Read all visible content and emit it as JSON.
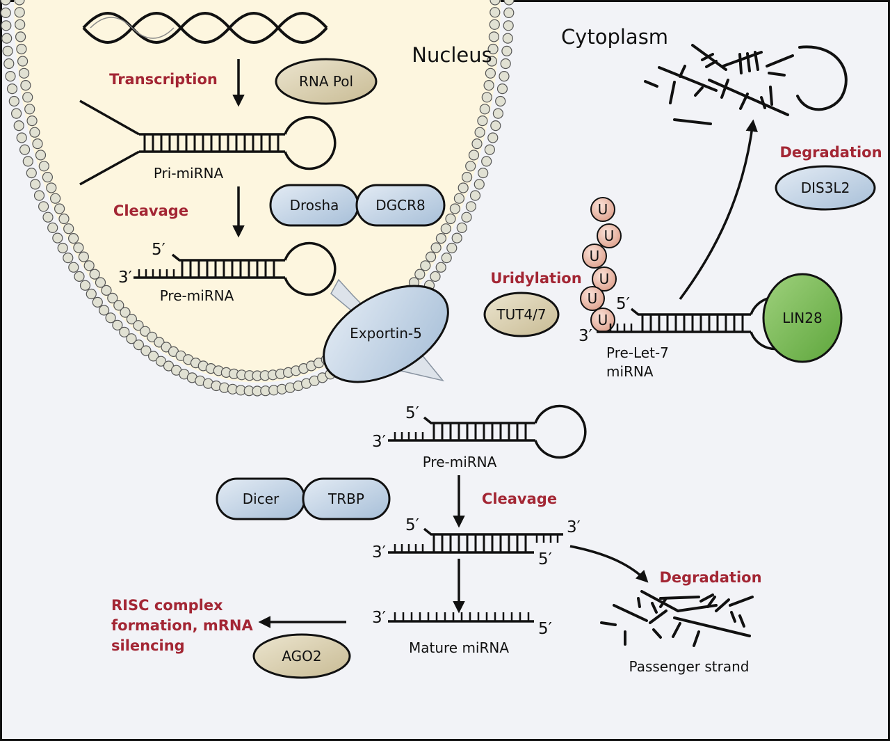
{
  "compartments": {
    "nucleus": "Nucleus",
    "cytoplasm": "Cytoplasm"
  },
  "steps": {
    "transcription": "Transcription",
    "cleavage": "Cleavage",
    "uridylation": "Uridylation",
    "degradation": "Degradation",
    "risc_line1": "RISC complex",
    "risc_line2": "formation, mRNA",
    "risc_line3": "silencing"
  },
  "proteins": {
    "rna_pol": "RNA Pol",
    "drosha": "Drosha",
    "dgcr8": "DGCR8",
    "exportin5": "Exportin-5",
    "tut47": "TUT4/7",
    "lin28": "LIN28",
    "dis3l2": "DIS3L2",
    "dicer": "Dicer",
    "trbp": "TRBP",
    "ago2": "AGO2"
  },
  "rna": {
    "pri_mirna": "Pri-miRNA",
    "pre_mirna": "Pre-miRNA",
    "pre_let7_line1": "Pre-Let-7",
    "pre_let7_line2": "miRNA",
    "mature_mirna": "Mature miRNA",
    "passenger_strand": "Passenger strand",
    "uridine": "U"
  },
  "ends": {
    "five_prime": "5′",
    "three_prime": "3′"
  },
  "colors": {
    "nucleus_fill": "#fdf6df",
    "cytoplasm_fill": "#f2f3f7",
    "step_red": "#a32634",
    "blue_protein": "#bccde0",
    "tan_protein": "#d8ceb0",
    "lin28_green": "#6fb84a",
    "uridine_pink": "#ebb9a9",
    "membrane_bead": "#dcdccc"
  }
}
